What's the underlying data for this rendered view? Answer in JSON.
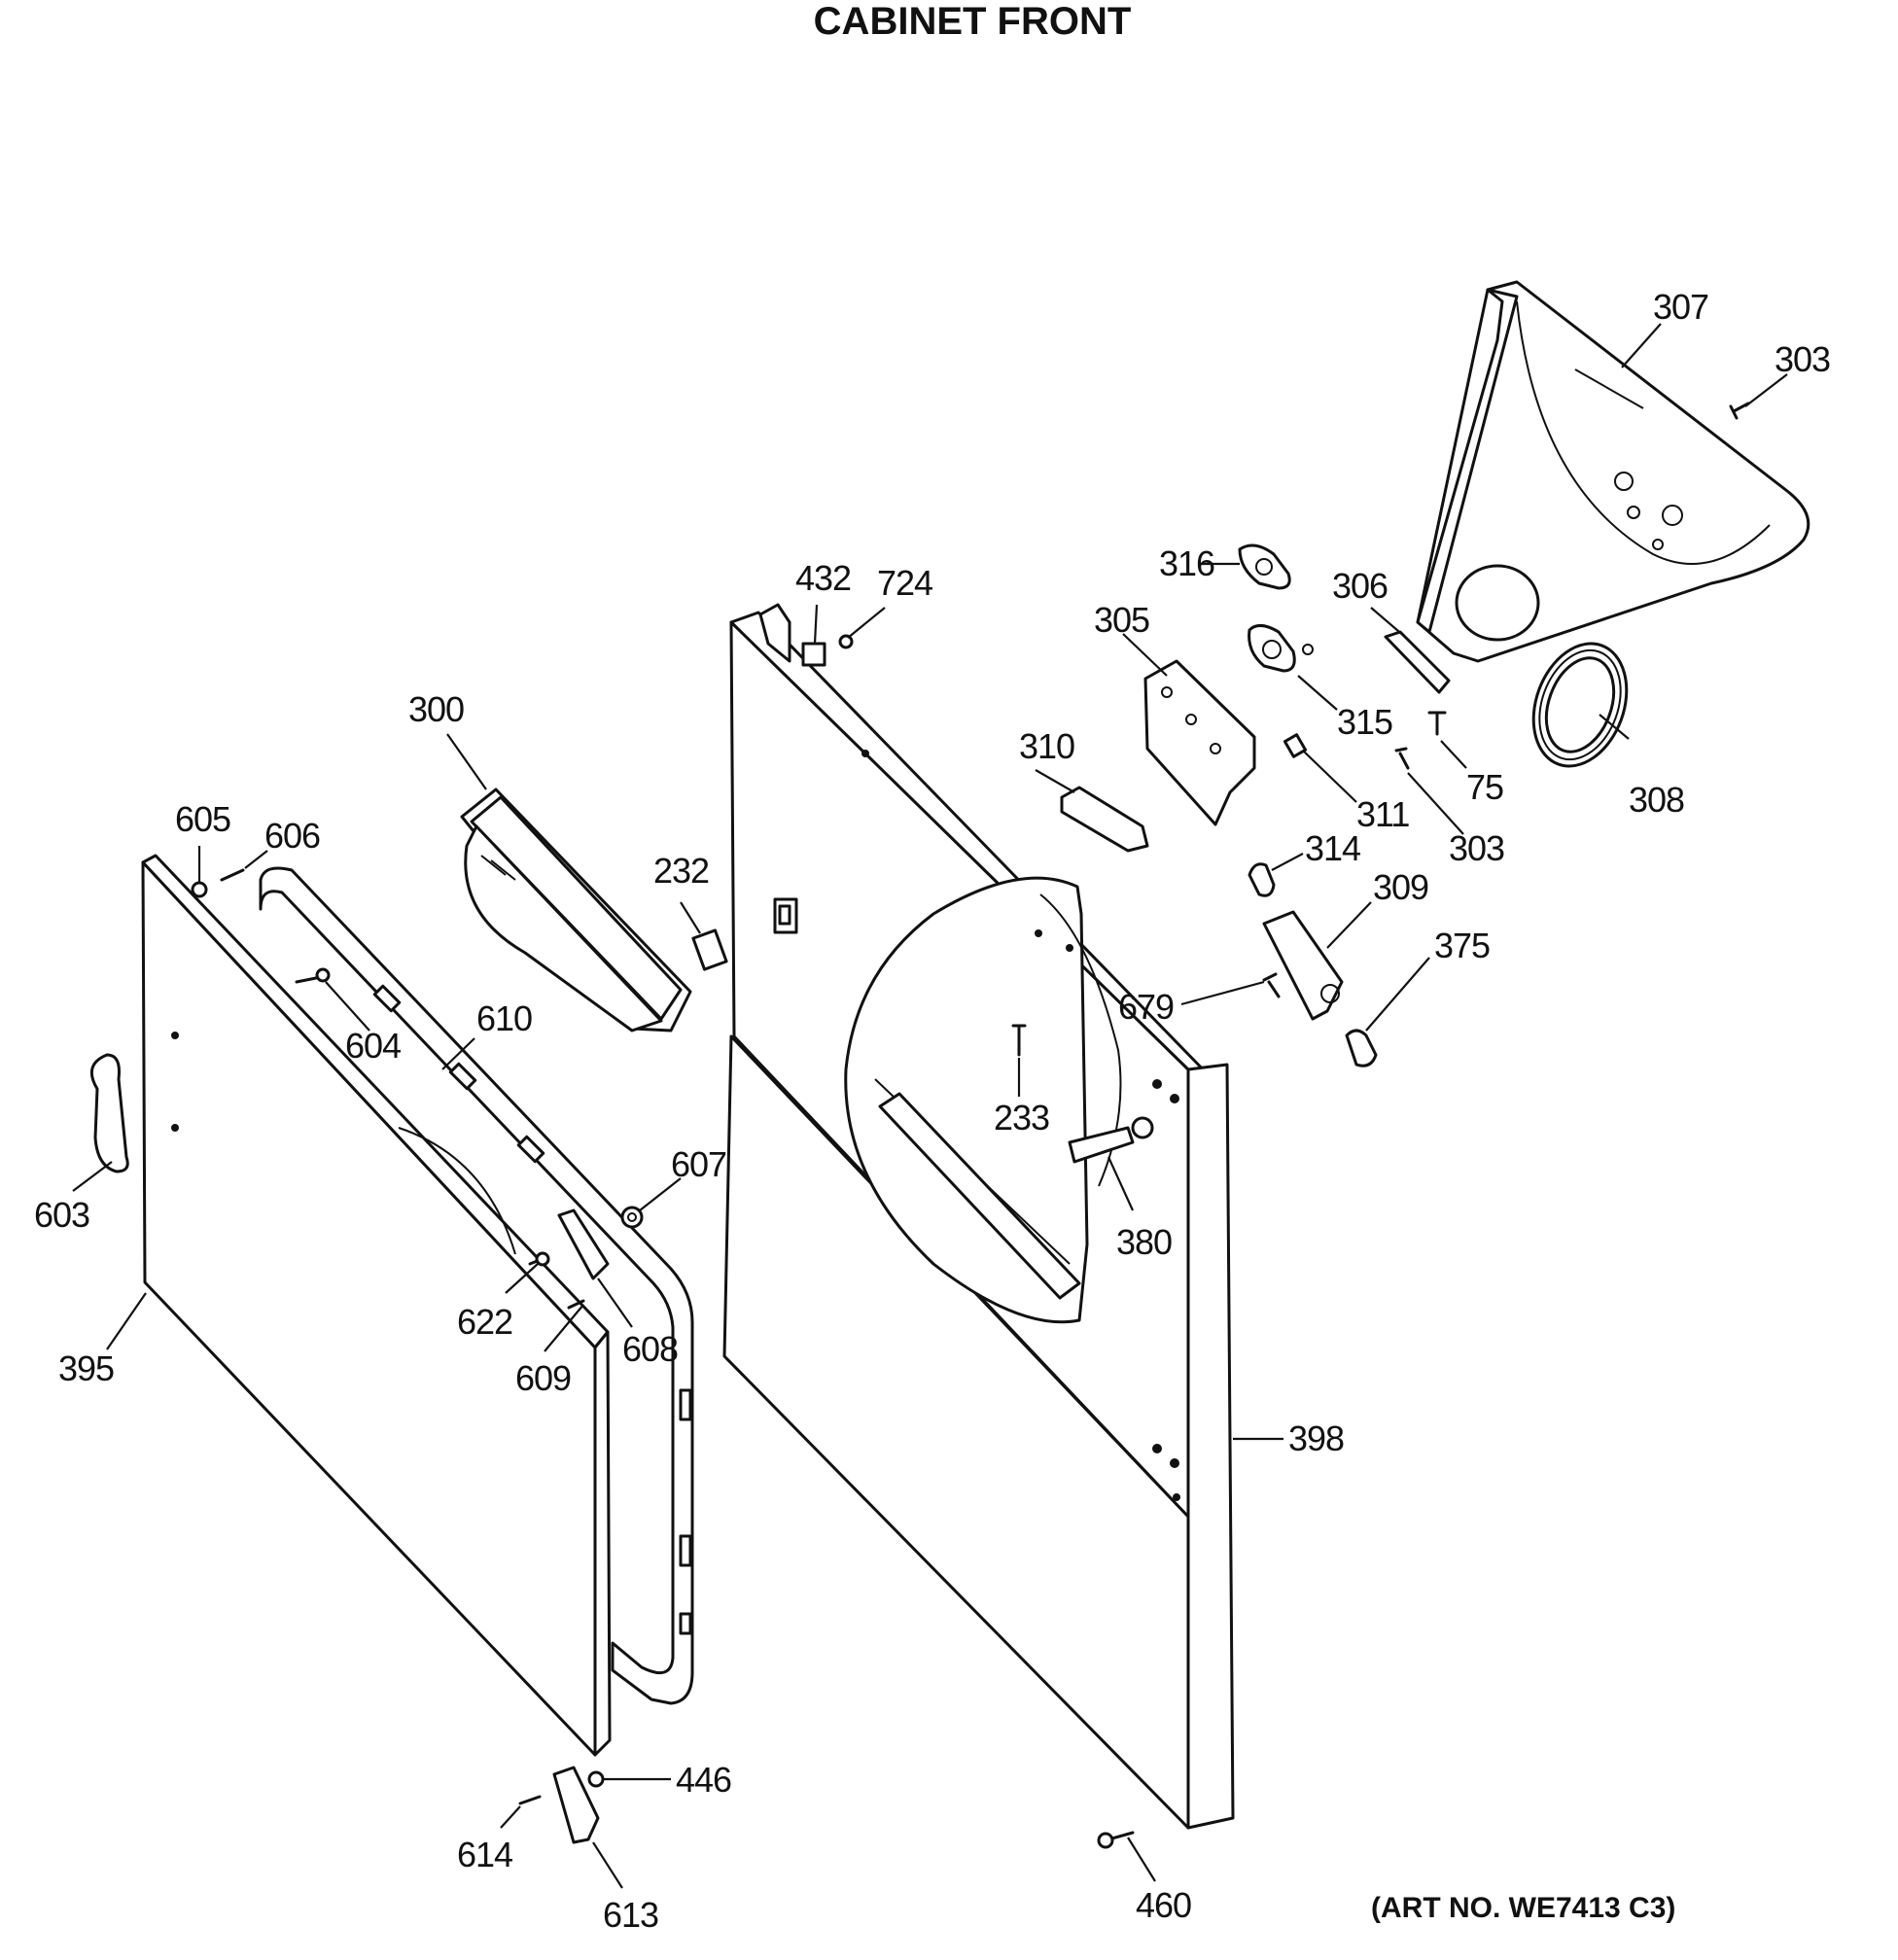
{
  "title": "CABINET FRONT",
  "art_number": "(ART NO. WE7413 C3)",
  "part_callouts": [
    "307",
    "303",
    "316",
    "306",
    "305",
    "315",
    "310",
    "311",
    "75",
    "303",
    "308",
    "314",
    "309",
    "375",
    "679",
    "432",
    "724",
    "300",
    "605",
    "606",
    "232",
    "233",
    "380",
    "610",
    "604",
    "607",
    "603",
    "622",
    "608",
    "609",
    "395",
    "398",
    "446",
    "614",
    "613",
    "460"
  ]
}
